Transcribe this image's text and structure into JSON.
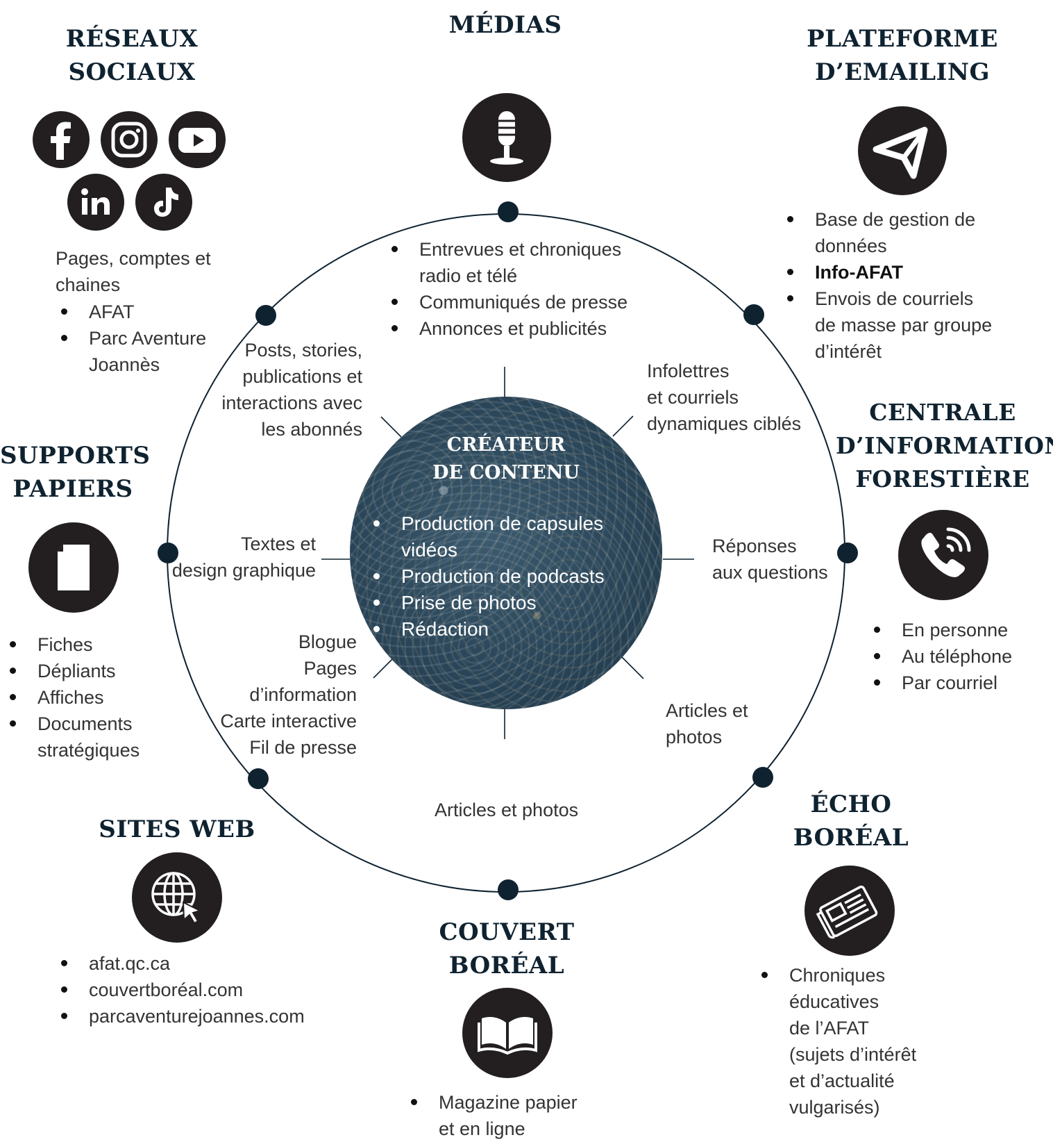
{
  "center": {
    "title_line1": "CRÉATEUR",
    "title_line2": "DE CONTENU",
    "items": [
      "Production de capsules vidéos",
      "Production de podcasts",
      "Prise de photos",
      "Rédaction"
    ]
  },
  "reseaux": {
    "title_line1": "RÉSEAUX",
    "title_line2": "SOCIAUX",
    "icons": [
      "facebook-icon",
      "instagram-icon",
      "youtube-icon",
      "linkedin-icon",
      "tiktok-icon"
    ],
    "intro_line1": "Pages, comptes et",
    "intro_line2": "chaines",
    "items": [
      "AFAT",
      "Parc Aventure",
      "Joannès"
    ],
    "inner_text": [
      "Posts, stories,",
      "publications et",
      "interactions avec",
      "les abonnés"
    ]
  },
  "medias": {
    "title": "MÉDIAS",
    "icon": "microphone-icon",
    "items": [
      "Entrevues et chroniques",
      "radio et télé",
      "Communiqués de presse",
      "Annonces et publicités"
    ]
  },
  "emailing": {
    "title_line1": "PLATEFORME",
    "title_line2": "D’EMAILING",
    "icon": "paper-plane-icon",
    "items": [
      "Base de gestion de",
      "données",
      "Info-AFAT",
      "Envois de courriels",
      "de masse par groupe",
      "d’intérêt"
    ],
    "inner_text": [
      "Infolettres",
      "et courriels",
      "dynamiques ciblés"
    ]
  },
  "centrale": {
    "title_line1": "CENTRALE",
    "title_line2": "D’INFORMATION",
    "title_line3": "FORESTIÈRE",
    "icon": "phone-icon",
    "items": [
      "En personne",
      "Au téléphone",
      "Par courriel"
    ],
    "inner_text": [
      "Réponses",
      "aux questions"
    ]
  },
  "echo": {
    "title_line1": "ÉCHO",
    "title_line2": "BORÉAL",
    "icon": "newspaper-icon",
    "items": [
      "Chroniques",
      "éducatives",
      "de l’AFAT",
      "(sujets d’intérêt",
      "et d’actualité",
      "vulgarisés)"
    ],
    "inner_text": [
      "Articles et",
      "photos"
    ]
  },
  "couvert": {
    "title_line1": "COUVERT",
    "title_line2": "BORÉAL",
    "icon": "book-icon",
    "items": [
      "Magazine papier",
      "et en ligne"
    ],
    "inner_text": "Articles et photos"
  },
  "sites": {
    "title": "SITES WEB",
    "icon": "globe-cursor-icon",
    "items": [
      "afat.qc.ca",
      "couvertboréal.com",
      "parcaventurejoannes.com"
    ],
    "inner_text": [
      "Blogue",
      "Pages",
      "d’information",
      "Carte interactive",
      "Fil de presse"
    ]
  },
  "supports": {
    "title_line1": "SUPPORTS",
    "title_line2": "PAPIERS",
    "icon": "document-icon",
    "items": [
      "Fiches",
      "Dépliants",
      "Affiches",
      "Documents",
      "stratégiques"
    ],
    "inner_text": [
      "Textes et",
      "design graphique"
    ]
  },
  "colors": {
    "navy": "#0f2230",
    "icon_bg": "#231f20",
    "text": "#333333"
  }
}
